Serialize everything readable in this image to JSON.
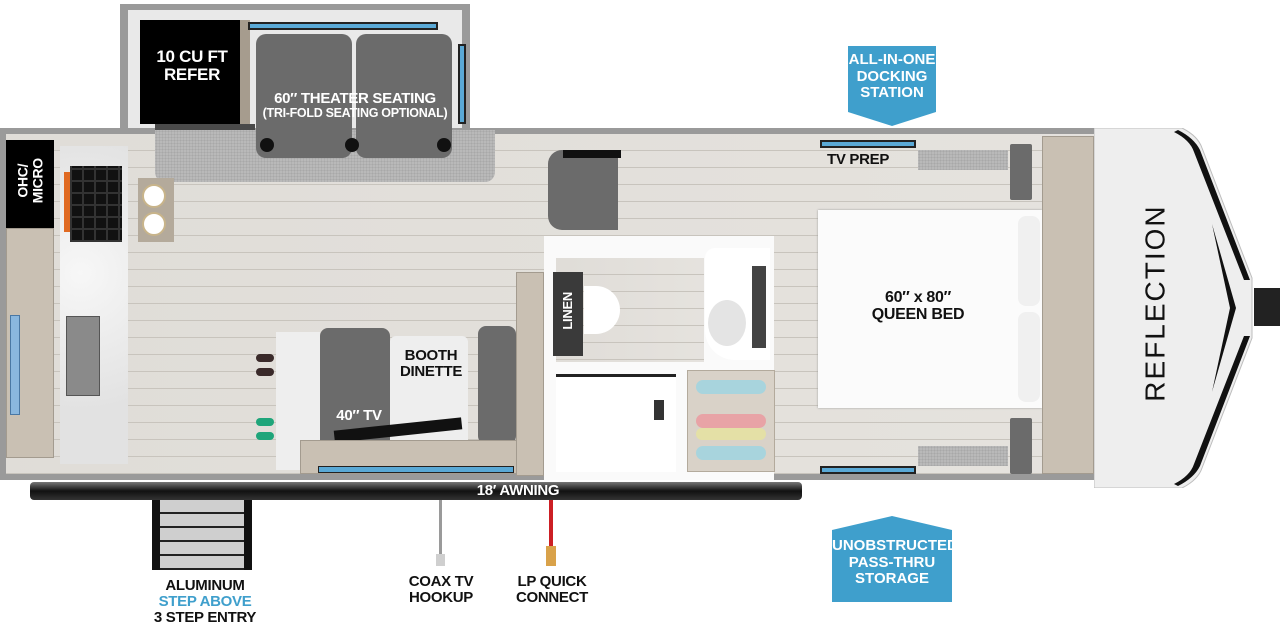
{
  "brand": "REFLECTION",
  "rooms": {
    "refrigerator": {
      "line1": "10 CU FT",
      "line2": "REFER"
    },
    "theater_seating": {
      "line1": "60″ THEATER SEATING",
      "line2": "(TRI-FOLD SEATING OPTIONAL)"
    },
    "ohc_micro": {
      "line1": "OHC/",
      "line2": "MICRO"
    },
    "tv_prep": "TV PREP",
    "queen_bed": {
      "line1": "60″ x 80″",
      "line2": "QUEEN BED"
    },
    "linen": "LINEN",
    "booth_dinette": {
      "line1": "BOOTH",
      "line2": "DINETTE"
    },
    "tv_40": "40″ TV"
  },
  "callouts": {
    "docking_station": {
      "line1": "ALL-IN-ONE",
      "line2": "DOCKING",
      "line3": "STATION"
    },
    "pass_thru_storage": {
      "line1": "UNOBSTRUCTED",
      "line2": "PASS-THRU",
      "line3": "STORAGE"
    }
  },
  "exterior": {
    "awning": "18′ AWNING",
    "coax": {
      "line1": "COAX TV",
      "line2": "HOOKUP"
    },
    "lp": {
      "line1": "LP QUICK",
      "line2": "CONNECT"
    },
    "entry": {
      "line1": "ALUMINUM",
      "line2": "STEP ABOVE",
      "line3": "3 STEP ENTRY"
    }
  },
  "colors": {
    "accent_blue": "#3f9fcc",
    "lp_red": "#cc1f24",
    "coax_gray": "#9a9a9a"
  }
}
